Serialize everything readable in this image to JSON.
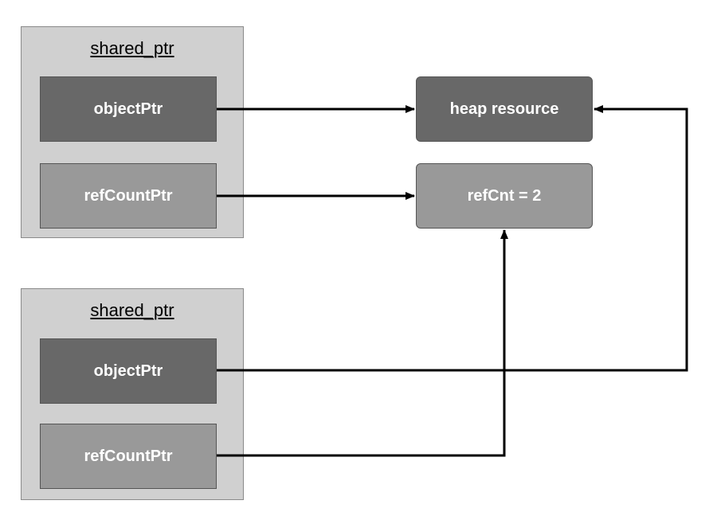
{
  "groups": [
    {
      "title": "shared_ptr",
      "object_label": "objectPtr",
      "refcount_label": "refCountPtr"
    },
    {
      "title": "shared_ptr",
      "object_label": "objectPtr",
      "refcount_label": "refCountPtr"
    }
  ],
  "targets": {
    "heap_label": "heap resource",
    "refcnt_label": "refCnt = 2"
  },
  "colors": {
    "dark_box": "#686868",
    "light_box": "#999999",
    "container": "#d0d0d0"
  }
}
